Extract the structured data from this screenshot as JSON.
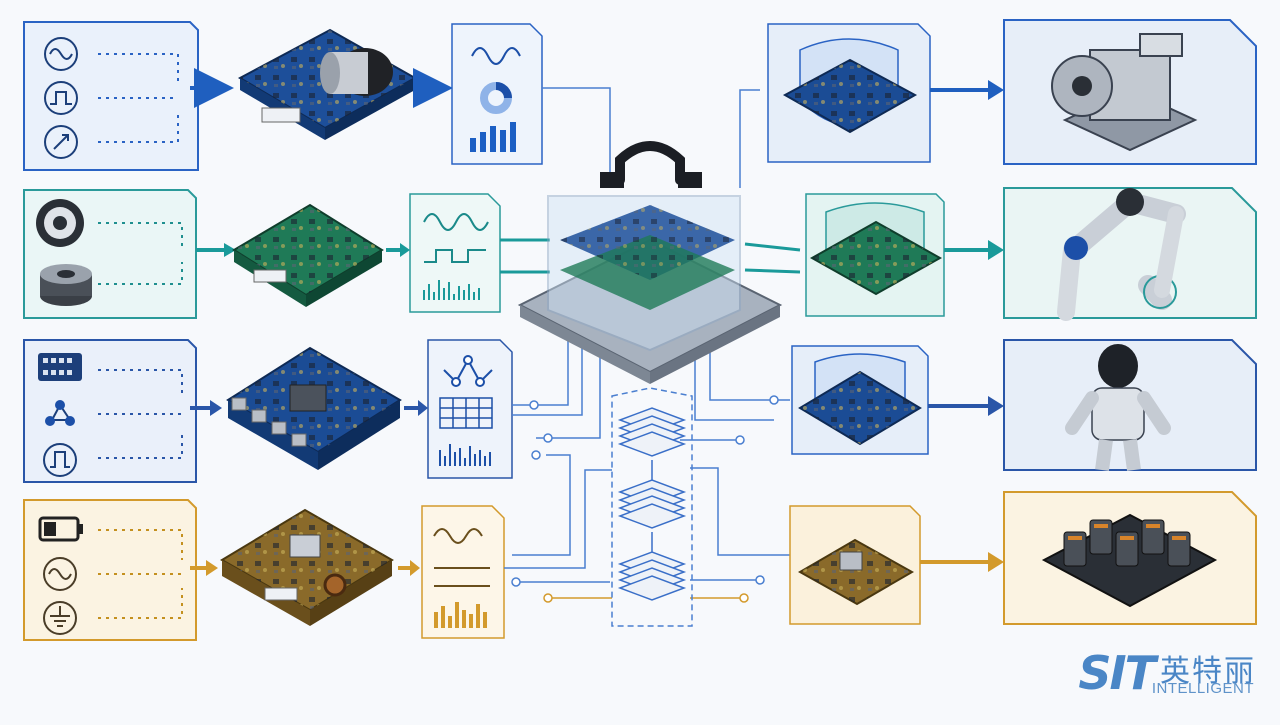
{
  "logo": {
    "mark": "SIT",
    "name_cn": "英特丽",
    "name_en": "INTELLIGENT"
  },
  "colors": {
    "blue": "#1f5fbf",
    "teal": "#1a9a9a",
    "navy": "#2a56a8",
    "gold": "#d39a2c",
    "line": "#4a7fd0"
  },
  "rows": [
    {
      "theme": "blue",
      "inputs": [
        "sine-wave-icon",
        "square-pulse-icon",
        "diagonal-arrow-gauge-icon"
      ],
      "board": "motor-driver-board",
      "signals": [
        "wave-icon",
        "donut-chart-icon",
        "bar-chart-icon"
      ],
      "output": "servo-actuator"
    },
    {
      "theme": "teal",
      "inputs": [
        "rotary-encoder-icon",
        "load-cell-icon"
      ],
      "board": "sensor-interface-board",
      "signals": [
        "wave-icon",
        "square-wave-icon",
        "spectrum-bars-icon"
      ],
      "output": "robot-arm"
    },
    {
      "theme": "navy",
      "inputs": [
        "connector-header-icon",
        "network-nodes-icon",
        "pulse-icon"
      ],
      "board": "ethernet-controller-board",
      "signals": [
        "node-graph-icon",
        "grid-icon",
        "spectrum-bars-icon"
      ],
      "output": "humanoid-robot"
    },
    {
      "theme": "gold",
      "inputs": [
        "battery-icon",
        "ac-sine-icon",
        "ground-icon"
      ],
      "board": "power-module-board",
      "signals": [
        "wave-icon",
        "flat-lines-icon",
        "spectrum-bars-icon"
      ],
      "output": "battery-pack"
    }
  ]
}
